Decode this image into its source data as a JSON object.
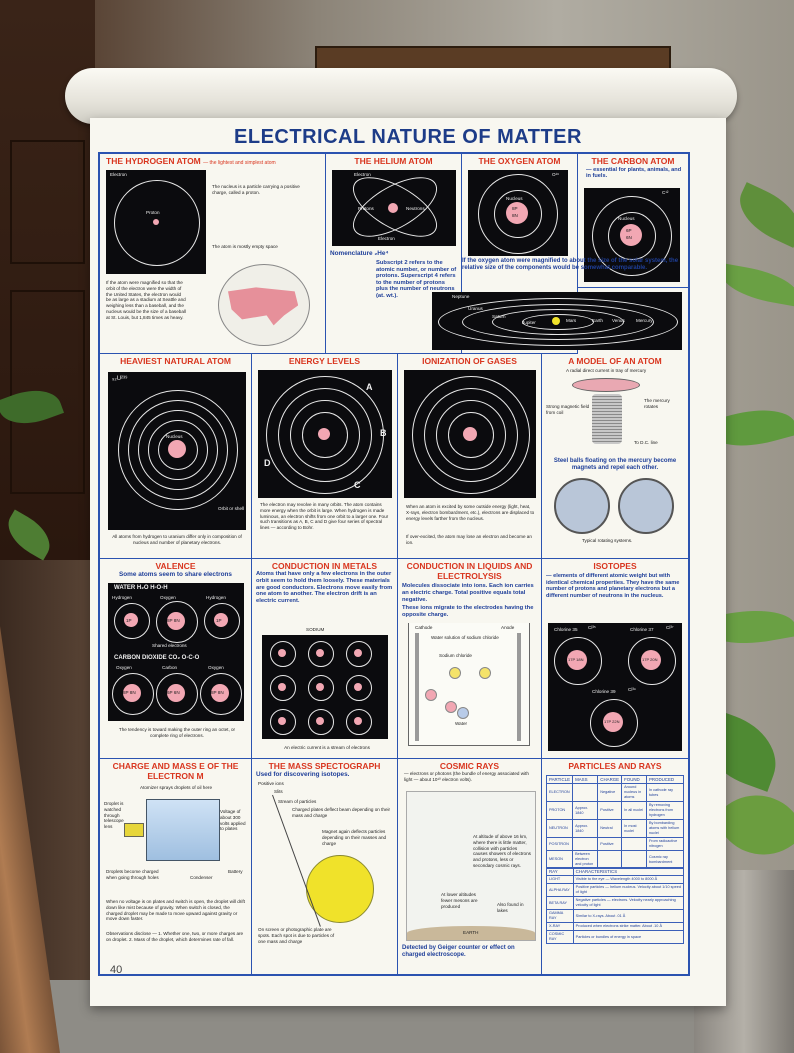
{
  "poster": {
    "title": "ELECTRICAL NATURE OF MATTER",
    "page_number": "40"
  },
  "panels": {
    "hydrogen": {
      "title": "THE HYDROGEN ATOM",
      "subtitle": "— the lightest and simplest atom",
      "labels": {
        "electron": "Electron",
        "proton": "Proton"
      },
      "text1": "The nucleus is a particle carrying a positive charge, called a proton.",
      "text2": "The atom is mostly empty space",
      "text3": "If the atom were magnified so that the orbit of the electron were the width of the United States, the electron would be as large as a stadium at Seattle and weighing less than a baseball, and the nucleus would be the size of a baseball at St. Louis, but 1,845 times as heavy."
    },
    "helium": {
      "title": "THE HELIUM ATOM",
      "labels": {
        "electron_top": "Electron",
        "protons": "Protons",
        "neutrons": "Neutrons",
        "electron_bottom": "Electron"
      },
      "nomenclature": "Nomenclature ₂He⁴",
      "text": "Subscript 2 refers to the atomic number, or number of protons. Superscript 4 refers to the number of protons plus the number of neutrons (at. wt.)."
    },
    "oxygen": {
      "title": "THE OXYGEN ATOM",
      "sup": "O¹⁶",
      "nucleus": "Nucleus",
      "nuc_text": [
        "8P",
        "8N"
      ],
      "text": "If the oxygen atom were magnified to about the size of the solar system, the relative size of the components would be somewhat comparable."
    },
    "carbon": {
      "title": "THE CARBON ATOM",
      "subtitle": "— essential for plants, animals, and in fuels.",
      "sup": "C¹²",
      "nucleus": "Nucleus",
      "nuc_text": [
        "6P",
        "6N"
      ]
    },
    "solar": {
      "labels": [
        "Neptune",
        "Uranus",
        "Saturn",
        "Jupiter",
        "Mars",
        "Earth",
        "Venus",
        "Mercury"
      ]
    },
    "heaviest": {
      "title": "HEAVIEST NATURAL ATOM",
      "symbol": "₉₂U²³⁹",
      "labels": {
        "nucleus": "Nucleus",
        "orbit": "Orbit or shell"
      },
      "text": "All atoms from hydrogen to uranium differ only in composition of nucleus and number of planetary electrons."
    },
    "energy": {
      "title": "ENERGY LEVELS",
      "levels": [
        "A",
        "B",
        "C",
        "D"
      ],
      "text": "The electron may revolve in many orbits. The atom contains more energy when the orbit is large. When hydrogen is made luminous, an electron shifts from one orbit to a larger one. Four such transitions as A, B, C and D give four series of spectral lines — according to Bohr."
    },
    "ionization": {
      "title": "IONIZATION OF GASES",
      "text": "When an atom is excited by some outside energy (light, heat, X-rays, electron bombardment, etc.), electrons are displaced to energy levels farther from the nucleus.",
      "text2": "If over-excited, the atom may lose an electron and become an ion."
    },
    "model": {
      "title": "A MODEL OF AN ATOM",
      "labels": {
        "current": "A radial direct current in tray of mercury",
        "magnetic": "Strong magnetic field from coil",
        "rotates": "The mercury rotates",
        "dc": "To D.C. line"
      },
      "sub": "Steel balls floating on the mercury become magnets and repel each other.",
      "caption": "Typical rotating systems."
    },
    "valence": {
      "title": "VALENCE",
      "subtitle": "Some atoms seem to share electrons",
      "water": "WATER H₂O  H-O-H",
      "water_labels": [
        "Hydrogen",
        "Oxygen",
        "Hydrogen"
      ],
      "water_nuc": [
        "1P",
        "8P 8N",
        "1P"
      ],
      "co2": "CARBON DIOXIDE CO₂  O-C-O",
      "co2_labels": [
        "Oxygen",
        "Carbon",
        "Oxygen"
      ],
      "co2_nuc": [
        "8P 8N",
        "6P 6N",
        "8P 8N"
      ],
      "shared": "Shared electrons",
      "text": "The tendency is toward making the outer ring an octet, or complete ring of electrons."
    },
    "metals": {
      "title": "CONDUCTION IN METALS",
      "text": "Atoms that have only a few electrons in the outer orbit seem to hold them loosely. These materials are good conductors. Electrons move easily from one atom to another. The electron drift is an electric current.",
      "sodium": "SODIUM",
      "caption": "An electric current is a stream of electrons"
    },
    "liquids": {
      "title": "CONDUCTION IN LIQUIDS AND ELECTROLYSIS",
      "text": "Molecules dissociate into ions. Each ion carries an electric charge. Total positive equals total negative.",
      "text2": "These ions migrate to the electrodes having the opposite charge.",
      "labels": {
        "cathode": "Cathode",
        "anode": "Anode",
        "solution": "Water solution of sodium chloride",
        "sodium_chloride": "Sodium chloride",
        "water": "Water"
      }
    },
    "isotopes": {
      "title": "ISOTOPES",
      "text": "— elements of different atomic weight but with identical chemical properties. They have the same number of protons and planetary electrons but a different number of neutrons in the nucleus.",
      "items": [
        {
          "name": "Chlorine 35",
          "sup": "Cl³⁵",
          "nuc": "17P 18N"
        },
        {
          "name": "Chlorine 37",
          "sup": "Cl³⁷",
          "nuc": "17P 20N"
        },
        {
          "name": "Chlorine 39",
          "sup": "Cl³⁹",
          "nuc": "17P 22N"
        }
      ]
    },
    "charge": {
      "title": "CHARGE AND MASS E OF THE ELECTRON M",
      "labels": {
        "atomizer": "Atomizer sprays droplets of oil here",
        "telescope": "Droplet is watched through telescope lens",
        "voltage": "Voltage of about 300 volts applied to plates",
        "drops": "Droplets become charged when going through holes",
        "condenser": "Condenser",
        "battery": "Battery"
      },
      "text": "When no voltage is on plates and switch is open, the droplet will drift down like mist because of gravity. When switch is closed, the charged droplet may be made to move upward against gravity or move down faster.",
      "obs": "Observations disclose — 1. Whether one, two, or more charges are on droplet. 2. Mass of the droplet, which determines rate of fall."
    },
    "spectrograph": {
      "title": "THE MASS SPECTOGRAPH",
      "subtitle": "Used for discovering isotopes.",
      "labels": {
        "ion": "Positive ions",
        "slits": "Slits",
        "stream": "Stream of particles",
        "plates": "Charged plates deflect beam depending on their mass and charge",
        "magnet": "Magnet again deflects particles depending on their masses and charge"
      },
      "text": "On screen or photographic plate are spots. Each spot is due to particles of one mass and charge"
    },
    "cosmic": {
      "title": "COSMIC RAYS",
      "subtitle": "— electrons or photons (the bundle of energy associated with light — about 10¹⁰ electron volts).",
      "labels": {
        "altitude": "At altitude of above 16 km, where there is little matter, collision with particles causes showers of electrons and protons, less or secondary cosmic rays.",
        "lower": "At lower altitudes fewer mesons are produced",
        "also": "Also found in lakes",
        "earth": "EARTH"
      },
      "text": "Detected by Geiger counter or effect on charged electroscope."
    },
    "particles": {
      "title": "PARTICLES AND RAYS",
      "headers": [
        "PARTICLE",
        "MASS",
        "CHARGE",
        "FOUND",
        "PRODUCED"
      ],
      "rows": [
        [
          "ELECTRON",
          "",
          "Negative",
          "Around nucleus in atoms",
          "In cathode ray tubes"
        ],
        [
          "PROTON",
          "Approx. 1840",
          "Positive",
          "In all nuclei",
          "By removing electrons from hydrogen"
        ],
        [
          "NEUTRON",
          "Approx. 1840",
          "Neutral",
          "In most nuclei",
          "By bombarding atoms with helium nuclei"
        ],
        [
          "POSITRON",
          "",
          "Positive",
          "",
          "From radioactive nitrogen"
        ],
        [
          "MESON",
          "Between electron and proton",
          "",
          "",
          "Cosmic ray bombardment"
        ]
      ],
      "ray_headers": [
        "RAY",
        "CHARACTERISTICS"
      ],
      "ray_rows": [
        [
          "LIGHT",
          "Visible to the eye — Wavelength 4000 to 8000 Å"
        ],
        [
          "ALPHA RAY",
          "Positive particles — helium nucleus. Velocity about 1/10 speed of light"
        ],
        [
          "BETA RAY",
          "Negative particles — electrons. Velocity nearly approaching velocity of light"
        ],
        [
          "GAMMA RAY",
          "Similar to X-rays. About .01 Å"
        ],
        [
          "X-RAY",
          "Produced when electrons strike matter. About .10 Å"
        ],
        [
          "COSMIC RAY",
          "Particles or bundles of energy in space"
        ]
      ]
    }
  },
  "colors": {
    "title_blue": "#1d3c88",
    "heading_red": "#d9361f",
    "grid_blue": "#2b53b0",
    "nucleus_pink": "#f2a7b3",
    "sun_yellow": "#f0e22a"
  }
}
